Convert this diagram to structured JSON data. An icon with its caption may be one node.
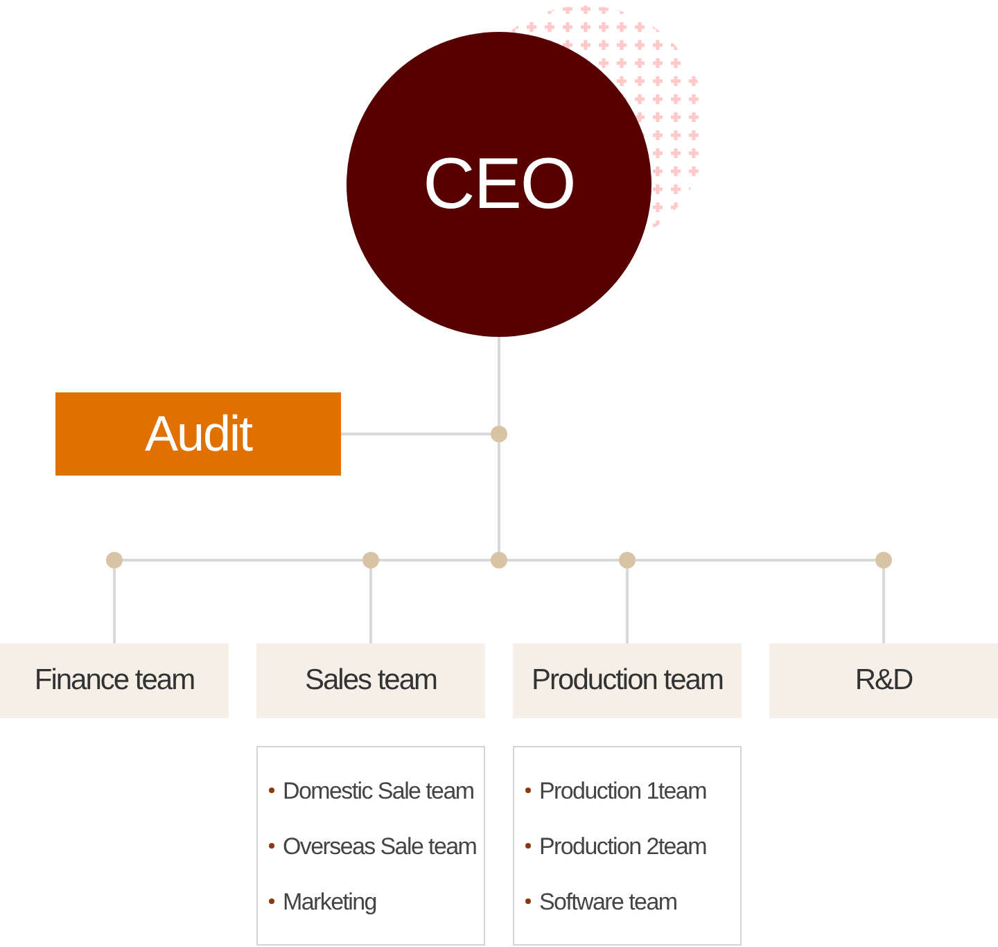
{
  "diagram": {
    "nodes": [
      {
        "text": [
          "CEO"
        ]
      },
      {
        "text": [
          "Audit"
        ]
      },
      {
        "text": [
          "Finance team"
        ]
      },
      {
        "text": [
          "Sales team"
        ]
      },
      {
        "text": [
          "Production team"
        ]
      },
      {
        "text": [
          "R&D"
        ]
      },
      {
        "text": [
          "Domestic Sale team",
          "Overseas Sale team",
          "Marketing"
        ]
      },
      {
        "text": [
          "Production 1team",
          "Production 2team",
          "Software team"
        ]
      }
    ],
    "edges": [
      {
        "from": 0,
        "to": 1,
        "arrow": "none"
      },
      {
        "from": 0,
        "to": 2,
        "arrow": "none"
      },
      {
        "from": 0,
        "to": 3,
        "arrow": "none"
      },
      {
        "from": 0,
        "to": 4,
        "arrow": "none"
      },
      {
        "from": 0,
        "to": 5,
        "arrow": "none"
      }
    ]
  }
}
